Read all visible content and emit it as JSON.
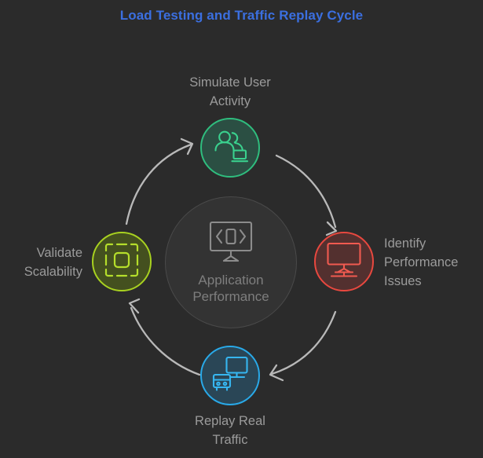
{
  "title": "Load Testing and Traffic Replay Cycle",
  "colors": {
    "background": "#2b2b2b",
    "title": "#3b6fe0",
    "label": "#9b9b9b",
    "hub_fill": "#333333",
    "hub_stroke": "#4a4a4a",
    "hub_text": "#7e7e7e",
    "arrow": "#b9b9b9",
    "green": "#2fbd7e",
    "green_fill": "#2b4f43",
    "red": "#e8483f",
    "red_fill": "#53302f",
    "blue": "#29a9e8",
    "blue_fill": "#2a4656",
    "yellow_green": "#a8d120",
    "yellow_green_fill": "#44501f"
  },
  "hub": {
    "icon": "monitor-code-icon",
    "label_line1": "Application",
    "label_line2": "Performance"
  },
  "nodes": [
    {
      "id": "simulate-user-activity",
      "position": "top",
      "label_line1": "Simulate User",
      "label_line2": "Activity",
      "icon": "users-laptop-icon",
      "color": "#2fbd7e",
      "fill": "#2b4f43"
    },
    {
      "id": "identify-performance-issues",
      "position": "right",
      "label_line1": "Identify",
      "label_line2": "Performance",
      "label_line3": "Issues",
      "icon": "monitor-network-icon",
      "color": "#e8483f",
      "fill": "#53302f"
    },
    {
      "id": "replay-real-traffic",
      "position": "bottom",
      "label_line1": "Replay Real",
      "label_line2": "Traffic",
      "icon": "monitor-server-icon",
      "color": "#29a9e8",
      "fill": "#2a4656"
    },
    {
      "id": "validate-scalability",
      "position": "left",
      "label_line1": "Validate",
      "label_line2": "Scalability",
      "icon": "scalability-frame-icon",
      "color": "#a8d120",
      "fill": "#44501f"
    }
  ],
  "arrows": [
    {
      "id": "arrow-left-to-top",
      "from": "validate-scalability",
      "to": "simulate-user-activity"
    },
    {
      "id": "arrow-top-to-right",
      "from": "simulate-user-activity",
      "to": "identify-performance-issues"
    },
    {
      "id": "arrow-right-to-bottom",
      "from": "identify-performance-issues",
      "to": "replay-real-traffic"
    },
    {
      "id": "arrow-bottom-to-left",
      "from": "replay-real-traffic",
      "to": "validate-scalability"
    }
  ]
}
